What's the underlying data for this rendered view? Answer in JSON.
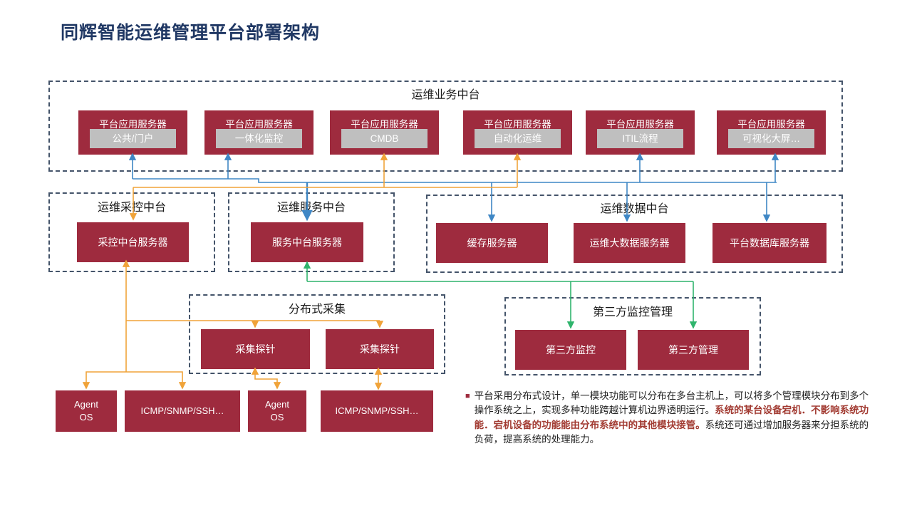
{
  "title": "同辉智能运维管理平台部署架构",
  "colors": {
    "box_red": "#9E2B3E",
    "module_gray": "#BFBFBF",
    "accent_orange": "#F0A339",
    "accent_blue": "#3F87C5",
    "accent_green": "#2FB46C",
    "title_navy": "#203864",
    "dashed_border": "#44546A",
    "note_red": "#A23B32"
  },
  "business_platform": {
    "title": "运维业务中台",
    "servers": [
      {
        "label": "平台应用服务器",
        "module": "公共/门户"
      },
      {
        "label": "平台应用服务器",
        "module": "一体化监控"
      },
      {
        "label": "平台应用服务器",
        "module": "CMDB"
      },
      {
        "label": "平台应用服务器",
        "module": "自动化运维"
      },
      {
        "label": "平台应用服务器",
        "module": "ITIL流程"
      },
      {
        "label": "平台应用服务器",
        "module": "可视化大屏…"
      }
    ]
  },
  "collection_platform": {
    "title": "运维采控中台",
    "server": "采控中台服务器"
  },
  "service_platform": {
    "title": "运维服务中台",
    "server": "服务中台服务器"
  },
  "data_platform": {
    "title": "运维数据中台",
    "servers": [
      "缓存服务器",
      "运维大数据服务器",
      "平台数据库服务器"
    ]
  },
  "distributed_collection": {
    "title": "分布式采集",
    "probes": [
      "采集探针",
      "采集探针"
    ]
  },
  "third_party": {
    "title": "第三方监控管理",
    "items": [
      "第三方监控",
      "第三方管理"
    ]
  },
  "agents": [
    "Agent\nOS",
    "ICMP/SNMP/SSH…",
    "Agent\nOS",
    "ICMP/SNMP/SSH…"
  ],
  "note": {
    "bullet": "■",
    "segments": {
      "s1": "平台采用分布式设计，单一模块功能可以分布在多台主机上，可以将多个管理模块分布到多个操作系统之上，实现多种功能跨越计算机边界透明运行。",
      "s2": "系统的某台设备宕机．不影响系统功能．宕机设备的功能能由分布系统中的其他模块接管。",
      "s3": "系统还可通过增加服务器来分担系统的负荷，提高系统的处理能力。"
    }
  }
}
